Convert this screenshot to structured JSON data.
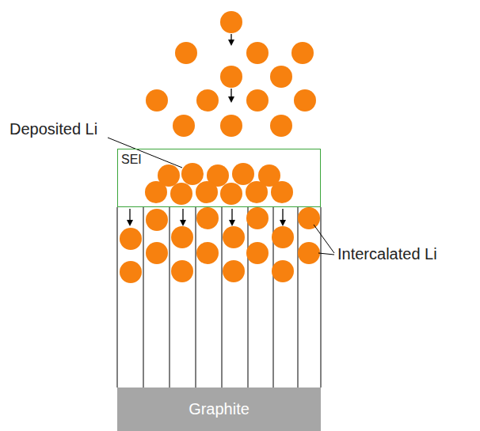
{
  "diagram": {
    "nodes": [
      {
        "text": [
          "SEI"
        ]
      },
      {
        "text": [
          "Graphite"
        ]
      }
    ],
    "labels": [
      "Deposited Li",
      "Intercalated Li"
    ]
  }
}
